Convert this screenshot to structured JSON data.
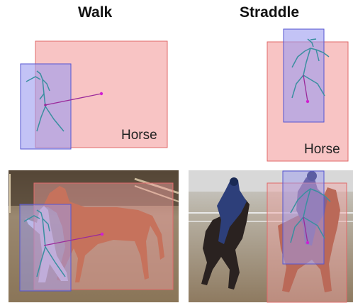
{
  "titles": {
    "left": "Walk",
    "right": "Straddle"
  },
  "labels": {
    "left_object": "Horse",
    "right_object": "Horse"
  },
  "colors": {
    "object_box_fill": "#f4a5a5",
    "object_box_stroke": "#e06a6a",
    "person_box_fill": "#9b9bf0",
    "person_box_stroke": "#5555d0",
    "skeleton": "#3a8fa0",
    "interaction_line": "#9b2a9b",
    "interaction_point": "#d020d0"
  }
}
